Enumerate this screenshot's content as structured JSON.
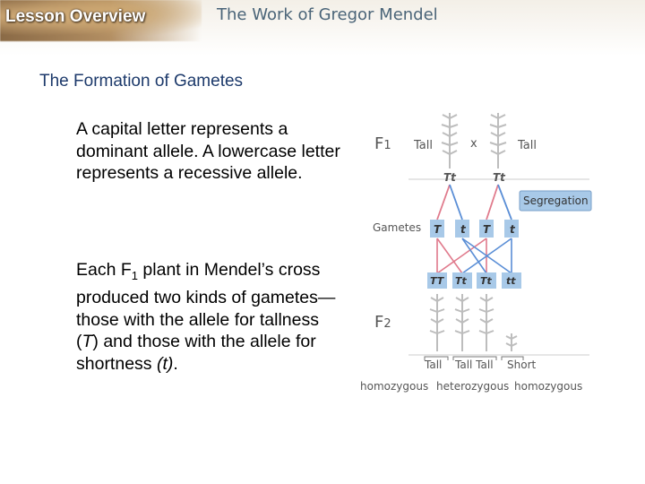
{
  "header": {
    "lesson_label": "Lesson Overview",
    "unit_title": "The Work of Gregor Mendel"
  },
  "section_heading": "The Formation of Gametes",
  "paragraphs": {
    "p1": "A capital letter represents a dominant allele. A lowercase letter represents a recessive allele.",
    "p2": {
      "before_sub": "Each F",
      "sub": "1",
      "after_sub": " plant in Mendel’s cross produced two kinds of gametes—those with the allele for tallness (",
      "T": "T",
      "mid": ") and those with the allele for shortness ",
      "t": "(t)",
      "end": "."
    }
  },
  "figure": {
    "f1_label": "F",
    "f1_sub": "1",
    "f2_label": "F",
    "f2_sub": "2",
    "parent_left": "Tall",
    "cross_symbol": "x",
    "parent_right": "Tall",
    "parent_genotype_left": "Tt",
    "parent_genotype_right": "Tt",
    "segregation_label": "Segregation",
    "gametes_label": "Gametes",
    "gametes": [
      "T",
      "t",
      "T",
      "t"
    ],
    "offspring_genotypes": [
      "TT",
      "Tt",
      "Tt",
      "tt"
    ],
    "phenotypes": [
      "Tall",
      "Tall Tall",
      "Short"
    ],
    "zygosity": [
      "homozygous",
      "heterozygous",
      "homozygous"
    ],
    "colors": {
      "line_pink": "#e07a8c",
      "line_blue": "#5a8ed6",
      "box_blue": "#a8c9e8",
      "label_gray": "#555555"
    }
  }
}
